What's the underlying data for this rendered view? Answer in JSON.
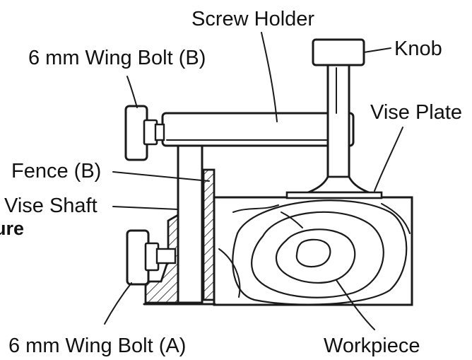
{
  "labels": {
    "screw_holder": "Screw Holder",
    "wing_bolt_b": "6 mm Wing Bolt (B)",
    "knob": "Knob",
    "vise_plate": "Vise Plate",
    "fence_b": "Fence (B)",
    "vise_shaft": "Vise Shaft",
    "cut_text": "ure",
    "wing_bolt_a": "6 mm Wing Bolt (A)",
    "workpiece": "Workpiece"
  },
  "colors": {
    "ink": "#1a1a1a",
    "background": "#ffffff"
  }
}
